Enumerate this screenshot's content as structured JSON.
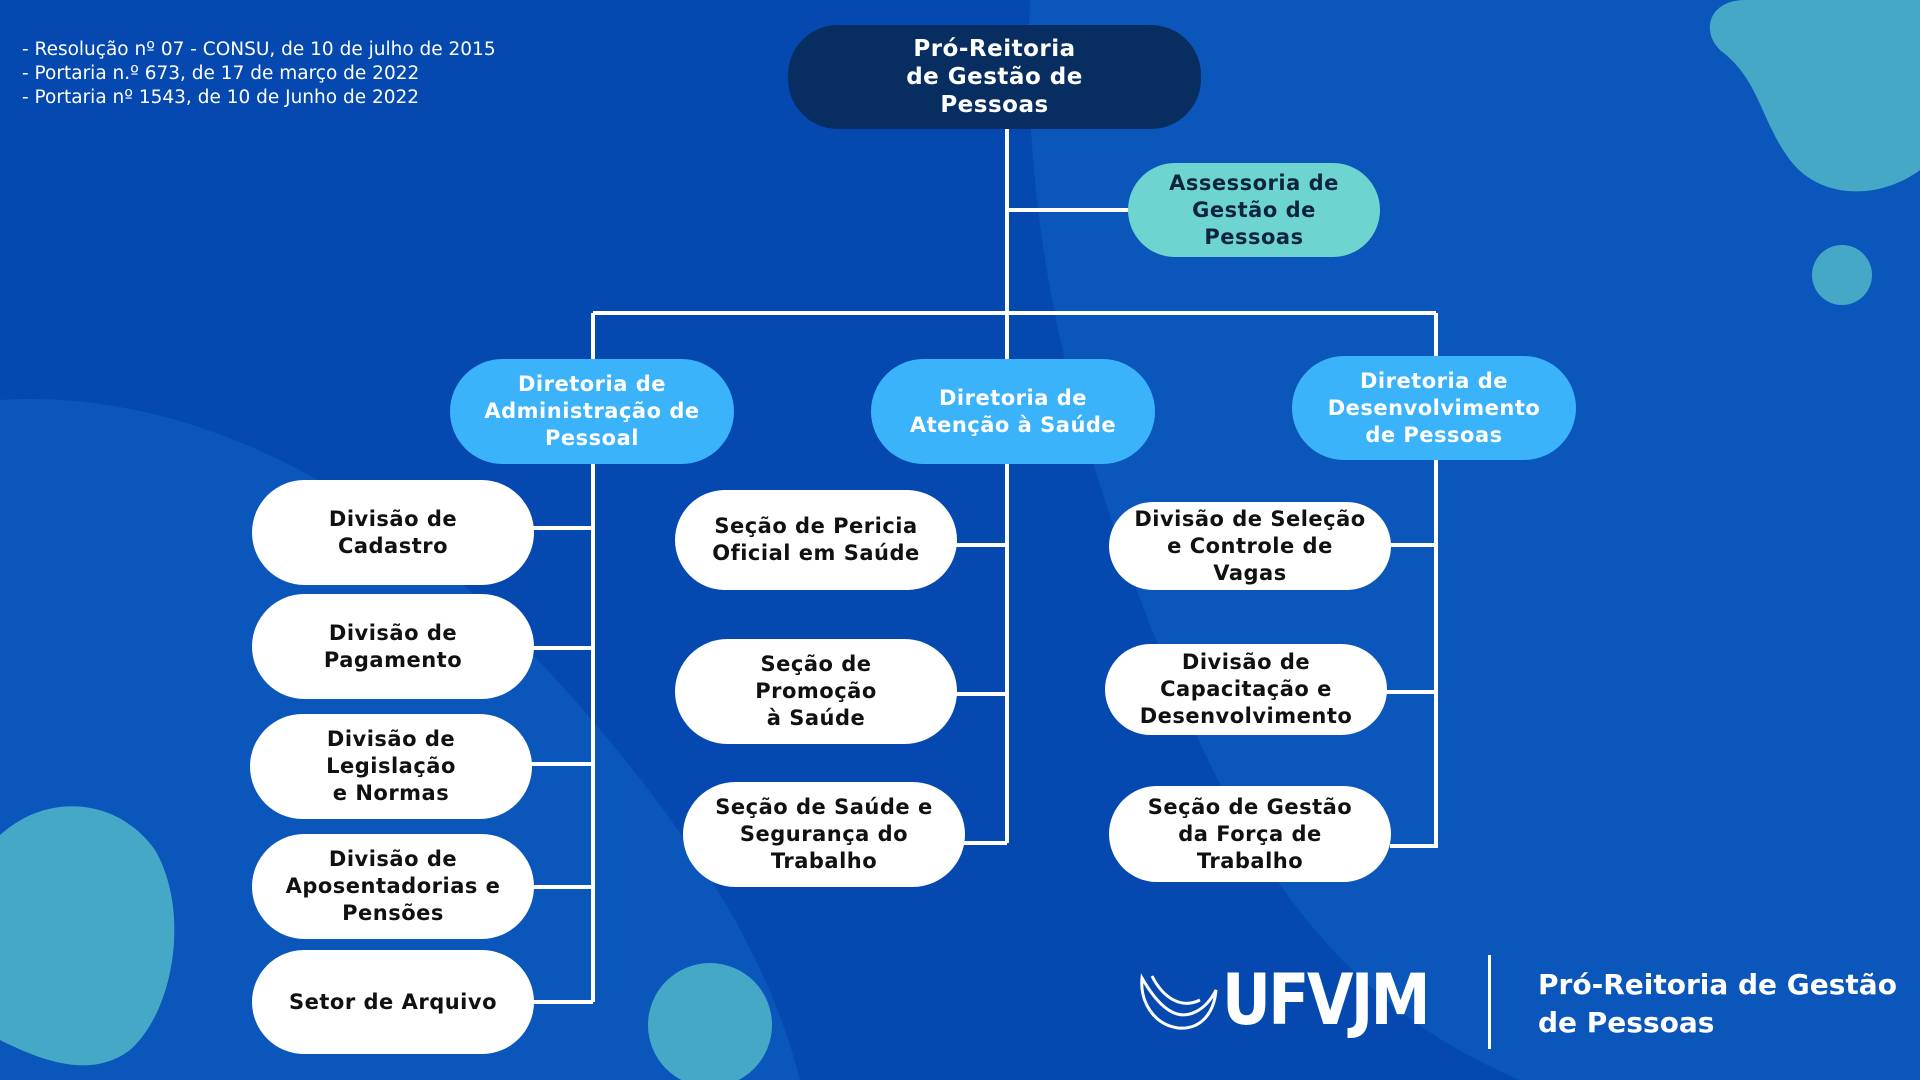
{
  "references": [
    "- Resolução nº 07 - CONSU, de 10 de julho de 2015",
    "- Portaria n.º 673, de 17 de março de 2022",
    "- Portaria nº 1543, de 10 de Junho de 2022"
  ],
  "org": {
    "root": "Pró-Reitoria\nde Gestão de\nPessoas",
    "advisory": "Assessoria de\nGestão de\nPessoas",
    "directorates": [
      {
        "label": "Diretoria de\nAdministração de\nPessoal",
        "units": [
          "Divisão de\nCadastro",
          "Divisão de\nPagamento",
          "Divisão de\nLegislação\ne Normas",
          "Divisão de\nAposentadorias e\nPensões",
          "Setor de Arquivo"
        ]
      },
      {
        "label": "Diretoria de\nAtenção à Saúde",
        "units": [
          "Seção de Pericia\nOficial em Saúde",
          "Seção de\nPromoção\nà Saúde",
          "Seção de Saúde e\nSegurança do\nTrabalho"
        ]
      },
      {
        "label": "Diretoria de\nDesenvolvimento\nde Pessoas",
        "units": [
          "Divisão de Seleção\ne Controle de\nVagas",
          "Divisão de\nCapacitação e\nDesenvolvimento",
          "Seção de Gestão\nda Força de\nTrabalho"
        ]
      }
    ]
  },
  "brand": {
    "logo_text": "UFVJM",
    "subtitle": "Pró-Reitoria de Gestão\nde Pessoas",
    "icon": "ufvjm-logo-icon"
  },
  "colors": {
    "background": "#0549b0",
    "root_box": "#082d61",
    "advisory_box": "#6dd4cf",
    "directorate_box": "#3bb3fb",
    "unit_box": "#ffffff",
    "connector": "#ffffff"
  }
}
